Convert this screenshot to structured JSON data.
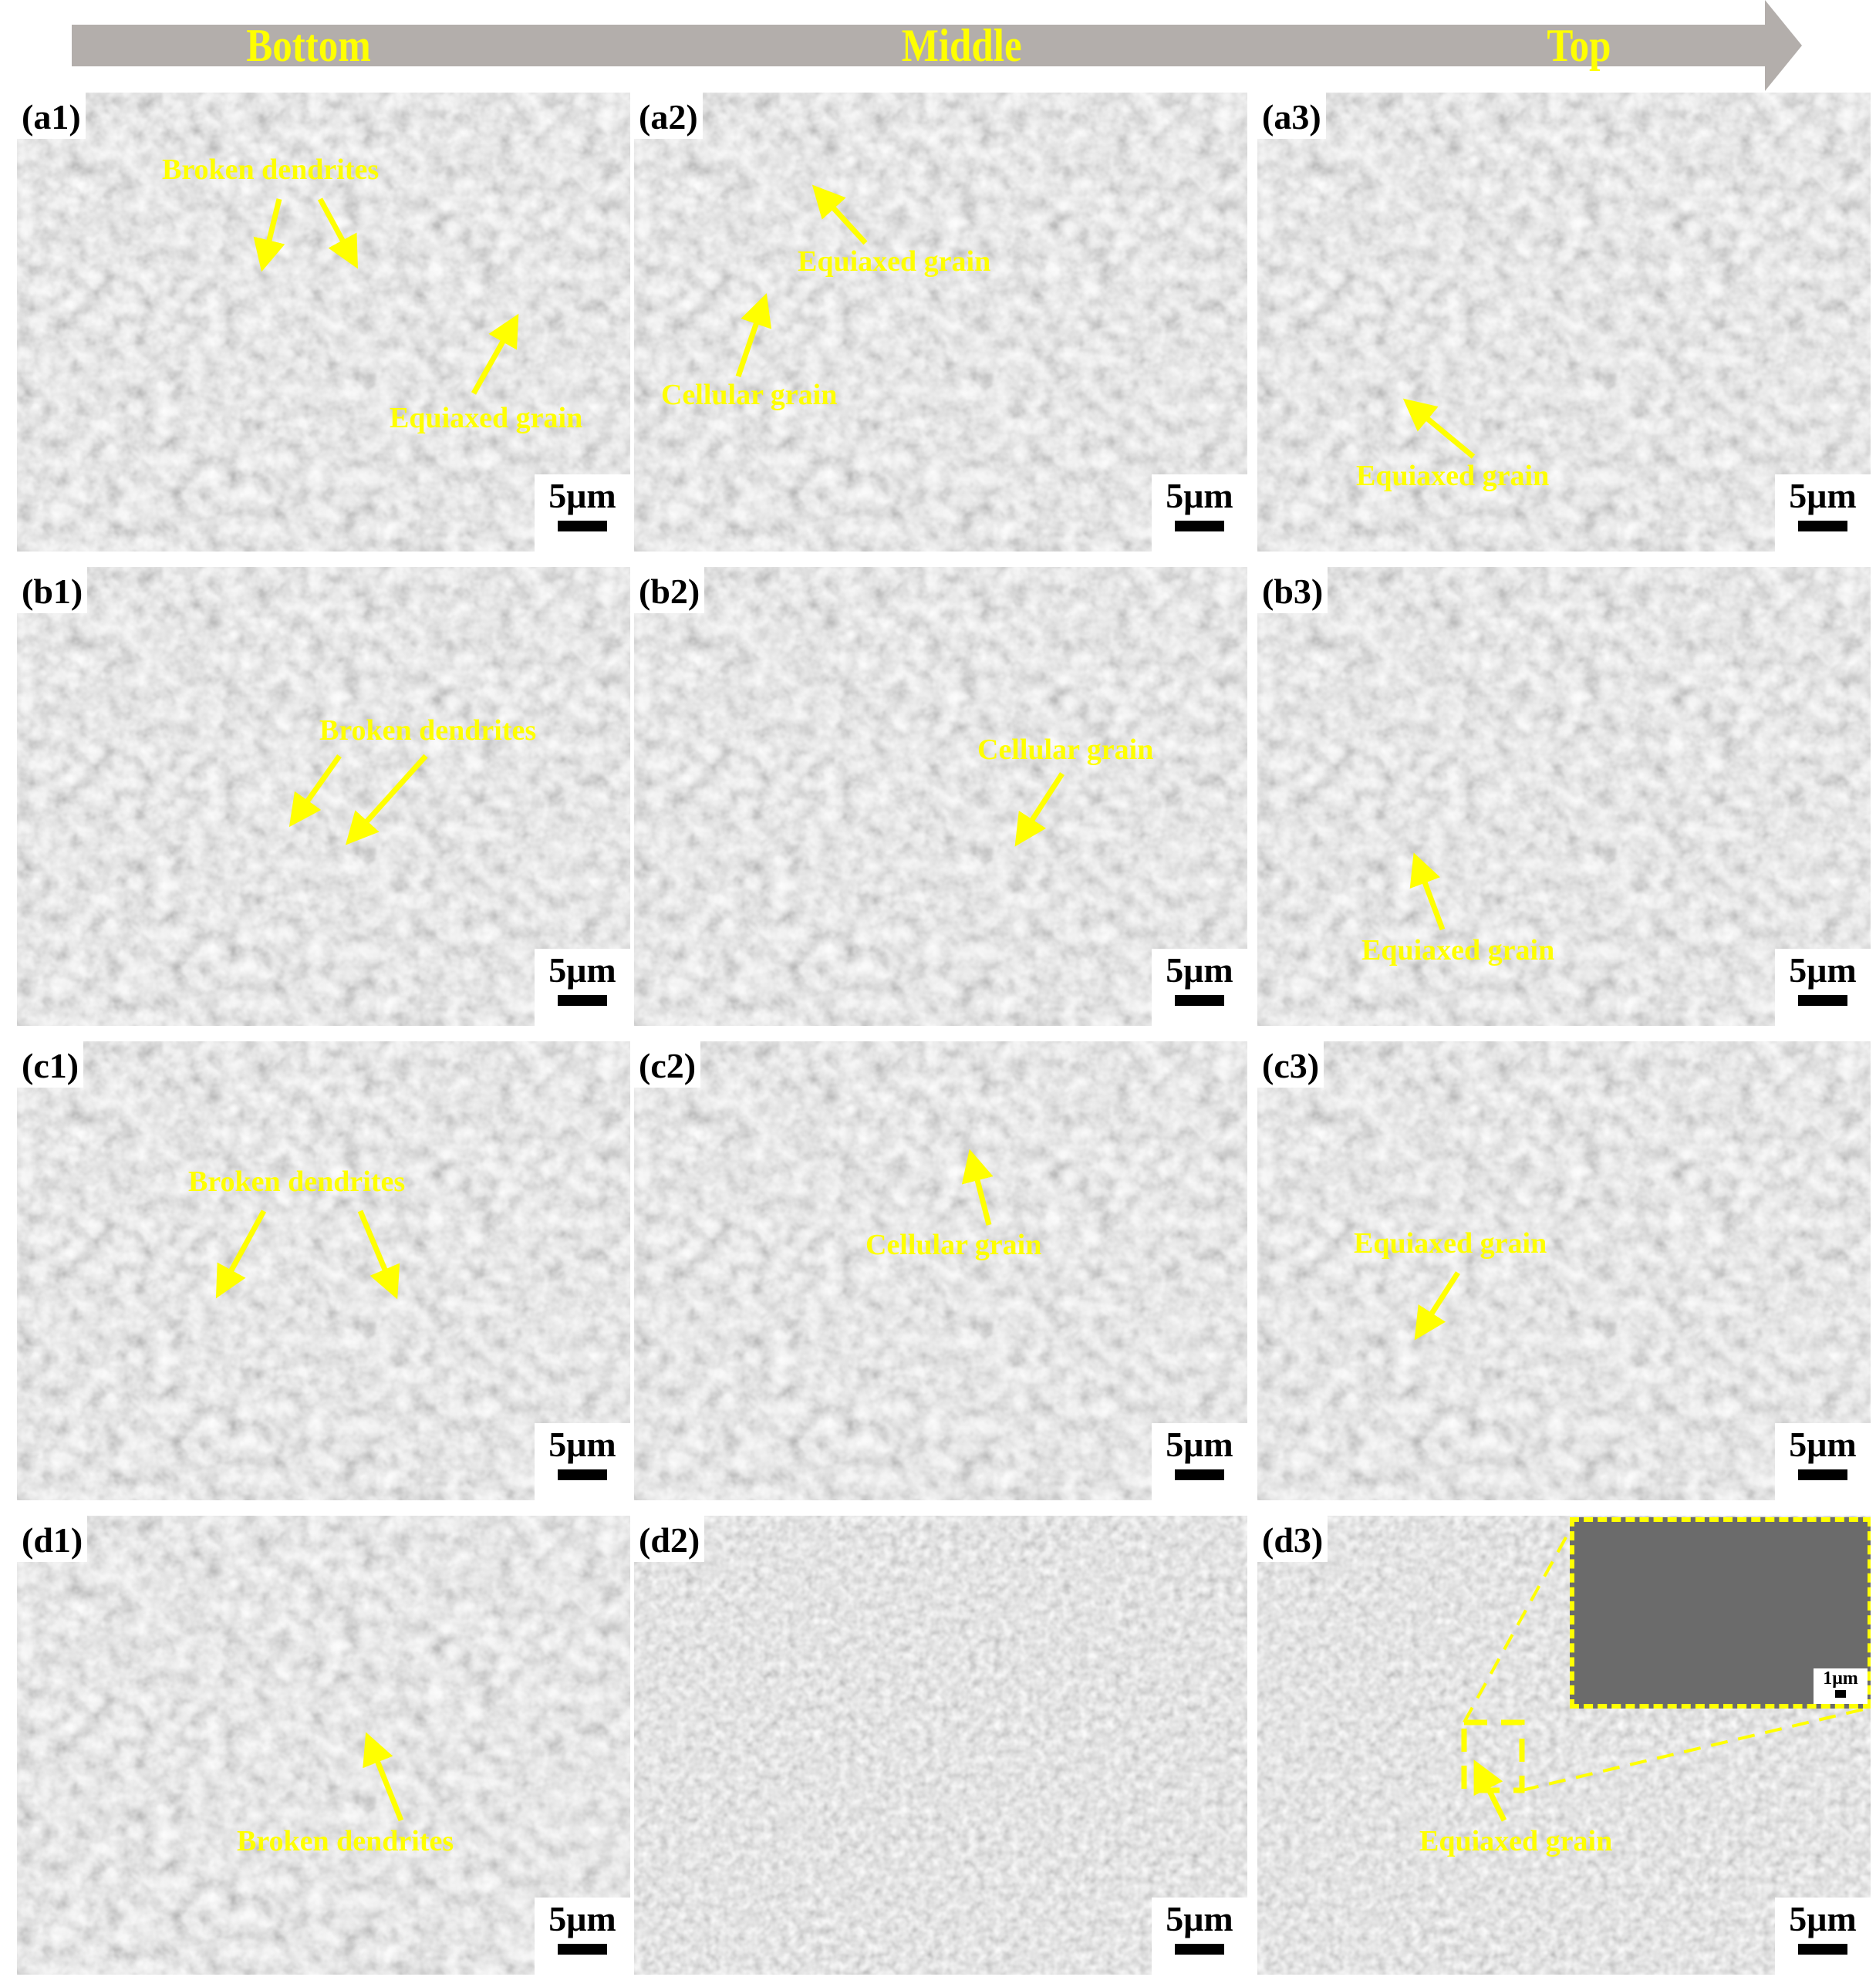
{
  "figure": {
    "header_arrow": {
      "labels": [
        "Bottom",
        "Middle",
        "Top"
      ],
      "bar_color": "#b3aeab",
      "text_color": "#ffff00"
    },
    "scale_bar_main": "5μm",
    "scale_bar_inset": "1μm",
    "annotation_color": "#ffff00",
    "panels": {
      "a1": {
        "label": "(a1)",
        "annotations": [
          "Broken dendrites",
          "Equiaxed grain"
        ]
      },
      "a2": {
        "label": "(a2)",
        "annotations": [
          "Equiaxed grain",
          "Cellular grain"
        ]
      },
      "a3": {
        "label": "(a3)",
        "annotations": [
          "Equiaxed grain"
        ]
      },
      "b1": {
        "label": "(b1)",
        "annotations": [
          "Broken dendrites"
        ]
      },
      "b2": {
        "label": "(b2)",
        "annotations": [
          "Cellular grain"
        ]
      },
      "b3": {
        "label": "(b3)",
        "annotations": [
          "Equiaxed grain"
        ]
      },
      "c1": {
        "label": "(c1)",
        "annotations": [
          "Broken dendrites"
        ]
      },
      "c2": {
        "label": "(c2)",
        "annotations": [
          "Cellular grain"
        ]
      },
      "c3": {
        "label": "(c3)",
        "annotations": [
          "Equiaxed grain"
        ]
      },
      "d1": {
        "label": "(d1)",
        "annotations": [
          "Broken dendrites"
        ]
      },
      "d2": {
        "label": "(d2)",
        "annotations": []
      },
      "d3": {
        "label": "(d3)",
        "annotations": [
          "Equiaxed grain"
        ]
      }
    }
  }
}
